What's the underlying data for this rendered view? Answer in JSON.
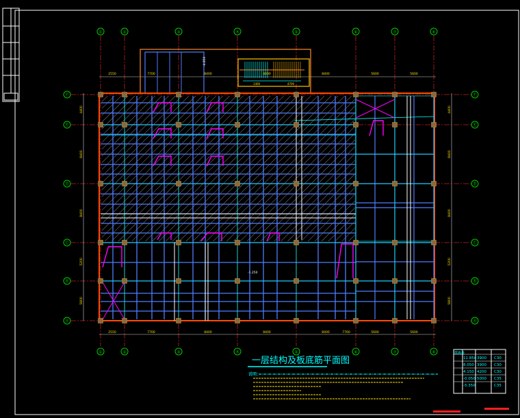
{
  "drawing": {
    "title": "一层结构及板底筋平面图",
    "col_axes": [
      "①",
      "②",
      "③",
      "④",
      "⑤",
      "⑥",
      "⑦",
      "⑧"
    ],
    "row_axes": [
      "Ⓕ",
      "Ⓔ",
      "Ⓓ",
      "Ⓒ",
      "Ⓑ",
      "Ⓐ"
    ],
    "top_dims": [
      "2550",
      "7700",
      "8400",
      "8400",
      "8400",
      "5600",
      "5600"
    ],
    "bottom_dims": [
      "2550",
      "7700",
      "8400",
      "8400",
      "8400",
      "7760",
      "5600",
      "5600"
    ],
    "side_dims": [
      "4400",
      "8400",
      "8400",
      "5200",
      "5800"
    ],
    "stair_dims": [
      "1400",
      "4700"
    ],
    "level_marks": [
      "-4.850",
      "-1.250"
    ],
    "notes_label": "说明：",
    "level_table": {
      "header": "层高表",
      "rows": [
        {
          "elev": "11.850",
          "h": "3900",
          "grade": "C30"
        },
        {
          "elev": "8.050",
          "h": "3900",
          "grade": "C30"
        },
        {
          "elev": "4.150",
          "h": "4200",
          "grade": "C30"
        },
        {
          "elev": "-0.050",
          "h": "5000",
          "grade": "C35"
        },
        {
          "elev": "-5.350",
          "h": "",
          "grade": "C35"
        }
      ]
    }
  },
  "colors": {
    "background": "#000000",
    "frame": "#ffffff",
    "grid_axis": "#00cc00",
    "beam": "#4f7dff",
    "rebar": "#00ffff",
    "column": "#8a6a3a",
    "slab_edge": "#ff4a00",
    "hatch": "#9a9a9a",
    "magenta": "#ff00ff",
    "title": "#00ffff",
    "table_text": "#00ffff",
    "red_mark": "#ff2020"
  }
}
